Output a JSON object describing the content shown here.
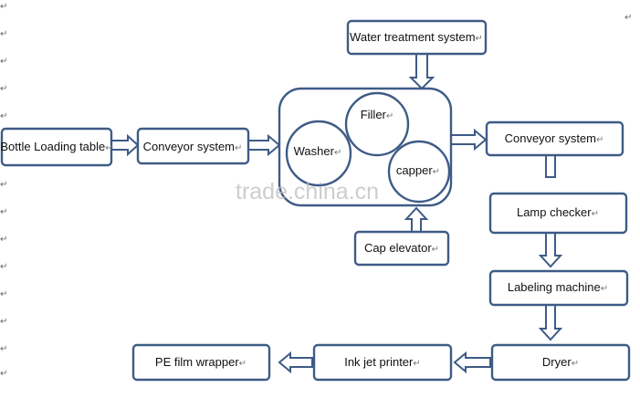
{
  "diagram": {
    "nodes": {
      "water_treatment": "Water treatment system",
      "bottle_loading": "Bottle Loading table",
      "conveyor_in": "Conveyor system",
      "filler": "Filler",
      "washer": "Washer",
      "capper": "capper",
      "conveyor_out": "Conveyor system",
      "lamp_checker": "Lamp checker",
      "cap_elevator": "Cap elevator",
      "labeling": "Labeling machine",
      "dryer": "Dryer",
      "inkjet": "Ink jet printer",
      "pe_wrapper": "PE film wrapper"
    },
    "paragraph_mark": "↵"
  },
  "watermark": "trade.china.cn",
  "colors": {
    "stroke": "#3e5b86",
    "text": "#111111",
    "watermark": "#bdbdbd"
  },
  "icons": {
    "arrow": "block-arrow-icon",
    "paragraph": "paragraph-mark-icon"
  }
}
